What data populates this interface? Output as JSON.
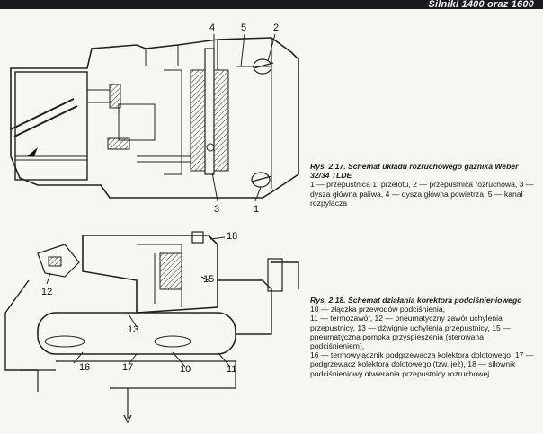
{
  "header": {
    "text": "Silniki 1400 oraz 1600"
  },
  "figure1": {
    "callouts": [
      "1",
      "2",
      "3",
      "4",
      "5"
    ],
    "caption_title": "Rys. 2.17. Schemat układu rozruchowego gaźnika Weber 32/34 TLDE",
    "caption_body": "1 — przepustnica 1. przelotu, 2 — przepustnica rozruchowa, 3 — dysza główna paliwa, 4 — dysza główna powietrza, 5 — kanał rozpylacza"
  },
  "figure2": {
    "callouts": [
      "10",
      "11",
      "12",
      "13",
      "15",
      "16",
      "17",
      "18"
    ],
    "caption_title": "Rys. 2.18. Schemat działania korektora podciśnieniowego",
    "caption_body": "10 — złączka przewodów podciśnienia,\n11 — termozawór, 12 — pneumatyczny zawór uchylenia przepustnicy, 13 — dźwignie uchylenia przepustnicy, 15 — pneumatyczna pompka przyspieszenia (sterowana podciśnieniem),\n16 — termowyłącznik podgrzewacza kolektora dolotowego, 17 — podgrzewacz kolektora dolotowego (tzw. jeż), 18 — siłownik podciśnieniowy otwierania przepustnicy rozruchowej"
  }
}
